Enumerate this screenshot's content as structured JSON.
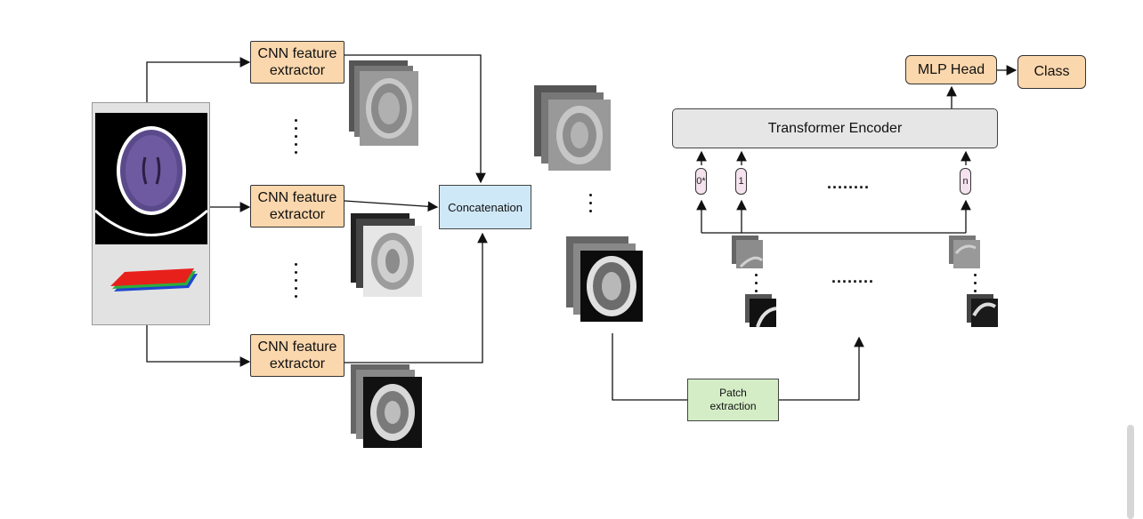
{
  "feature_extractors": [
    {
      "label": "CNN feature extractor"
    },
    {
      "label": "CNN feature extractor"
    },
    {
      "label": "CNN feature extractor"
    }
  ],
  "concatenation": {
    "label": "Concatenation"
  },
  "patch_extraction": {
    "label": "Patch extraction"
  },
  "transformer_encoder": {
    "label": "Transformer Encoder"
  },
  "mlp_head": {
    "label": "MLP Head"
  },
  "class_box": {
    "label": "Class"
  },
  "tokens": [
    {
      "label": "0*"
    },
    {
      "label": "1"
    },
    {
      "label": "n"
    }
  ],
  "ellipsis": "........",
  "colors": {
    "orange_box": "#fbd7ad",
    "concat_box": "#cfe8f8",
    "patch_box": "#d4edc6",
    "encoder_box": "#e6e6e6",
    "token": "#f4e3ee",
    "brain_tissue": "#5a4a8c",
    "layer_red": "#e8201c",
    "layer_green": "#2cae3c",
    "layer_blue": "#2046d0"
  }
}
